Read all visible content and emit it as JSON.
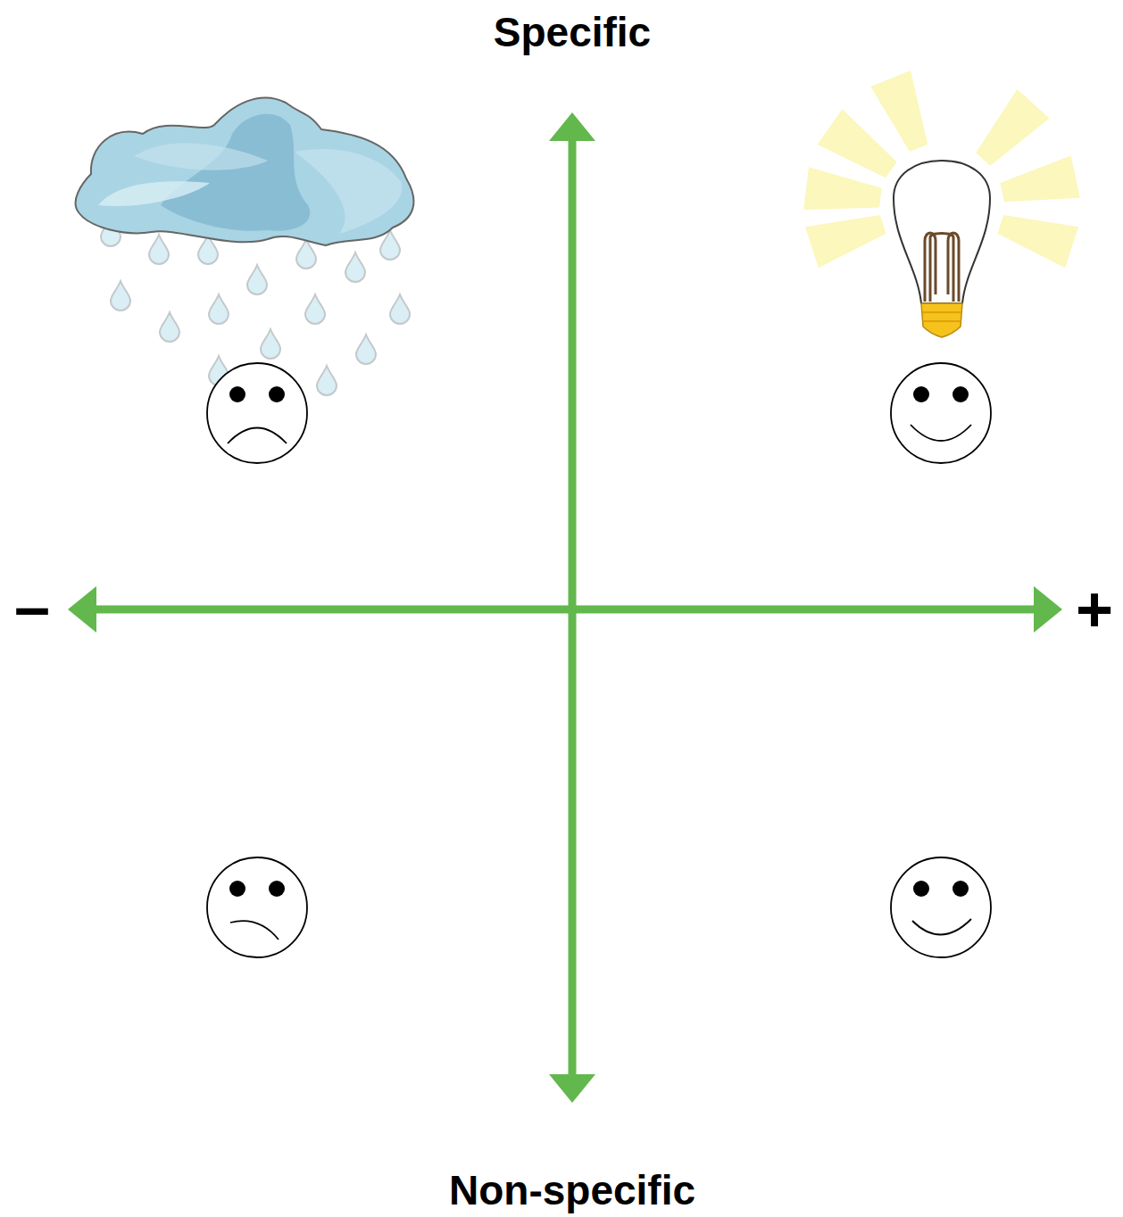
{
  "diagram": {
    "labels": [
      "Specific",
      "Non-specific",
      "–",
      "+"
    ]
  }
}
